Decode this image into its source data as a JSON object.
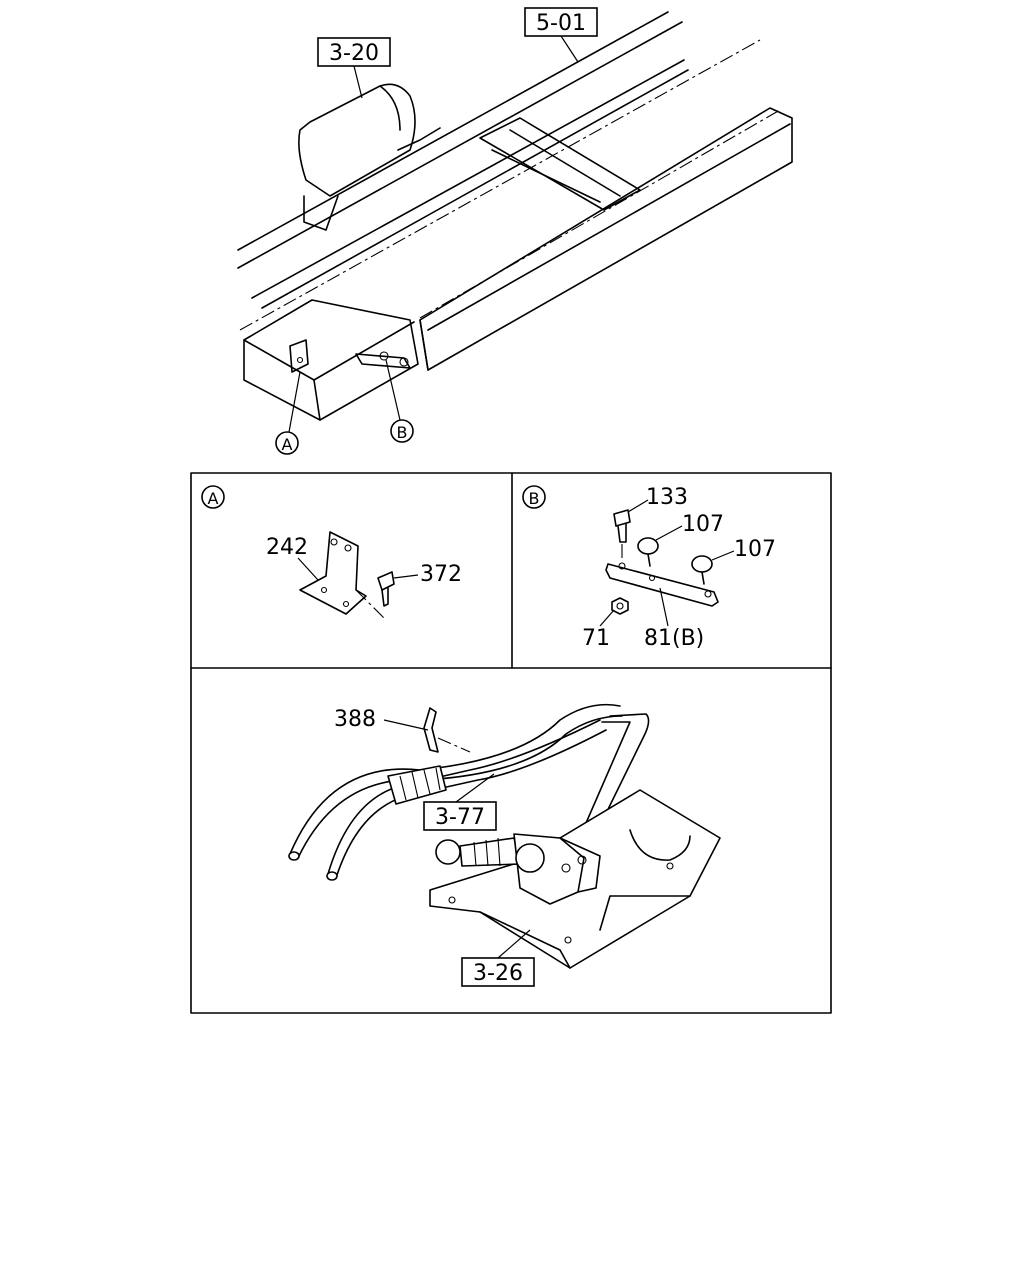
{
  "overview": {
    "ref_frame": "5-01",
    "ref_tank": "3-20",
    "callout_a": "A",
    "callout_b": "B"
  },
  "detail_a": {
    "letter": "A",
    "part_bracket": "242",
    "part_bolt": "372"
  },
  "detail_b": {
    "letter": "B",
    "part_bolt": "133",
    "part_clip_1": "107",
    "part_clip_2": "107",
    "part_nut": "71",
    "part_bracket": "81(B)"
  },
  "detail_main": {
    "part_clip": "388",
    "ref_pipe": "3-77",
    "ref_engine": "3-26"
  }
}
